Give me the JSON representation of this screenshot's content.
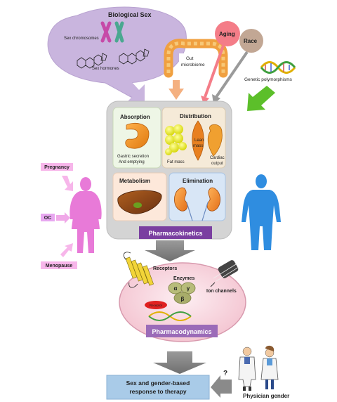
{
  "sex": {
    "title": "Biological Sex",
    "chromosomes": "Sex chromosomes",
    "hormones": "Sex hormones"
  },
  "gut": {
    "line1": "Gut",
    "line2": "microbiome"
  },
  "aging": {
    "label": "Aging"
  },
  "race": {
    "label": "Race"
  },
  "genetic": {
    "label": "Genetic polymorphisms"
  },
  "pk": {
    "title": "Pharmacokinetics",
    "absorption": {
      "title": "Absorption",
      "line1": "Gastric secretion",
      "line2": "And emptying"
    },
    "distribution": {
      "title": "Distribution",
      "fat": "Fat mass",
      "lean1": "Lean",
      "lean2": "mass",
      "cardiac1": "Cardiac",
      "cardiac2": "output"
    },
    "metabolism": {
      "title": "Metabolism"
    },
    "elimination": {
      "title": "Elimination"
    }
  },
  "female_factors": {
    "pregnancy": "Pregnancy",
    "oc": "OC",
    "menopause": "Menopause"
  },
  "pd": {
    "title": "Pharmacodynamics",
    "receptors": "Receptors",
    "enzymes": "Enzymes",
    "ion_channels": "Ion channels",
    "alpha": "α",
    "gamma": "γ",
    "beta": "β",
    "receptor_badge": "Receptor"
  },
  "response": {
    "line1": "Sex and gender-based",
    "line2": "response to therapy"
  },
  "physician": {
    "label": "Physician gender",
    "question": "?"
  },
  "colors": {
    "sex_bubble": "#c9b5de",
    "pk_label": "#7a3fa0",
    "pd_label": "#9b6bb8",
    "response_box": "#a9cbe8",
    "female": "#e87ad8",
    "male": "#2f8de0"
  }
}
